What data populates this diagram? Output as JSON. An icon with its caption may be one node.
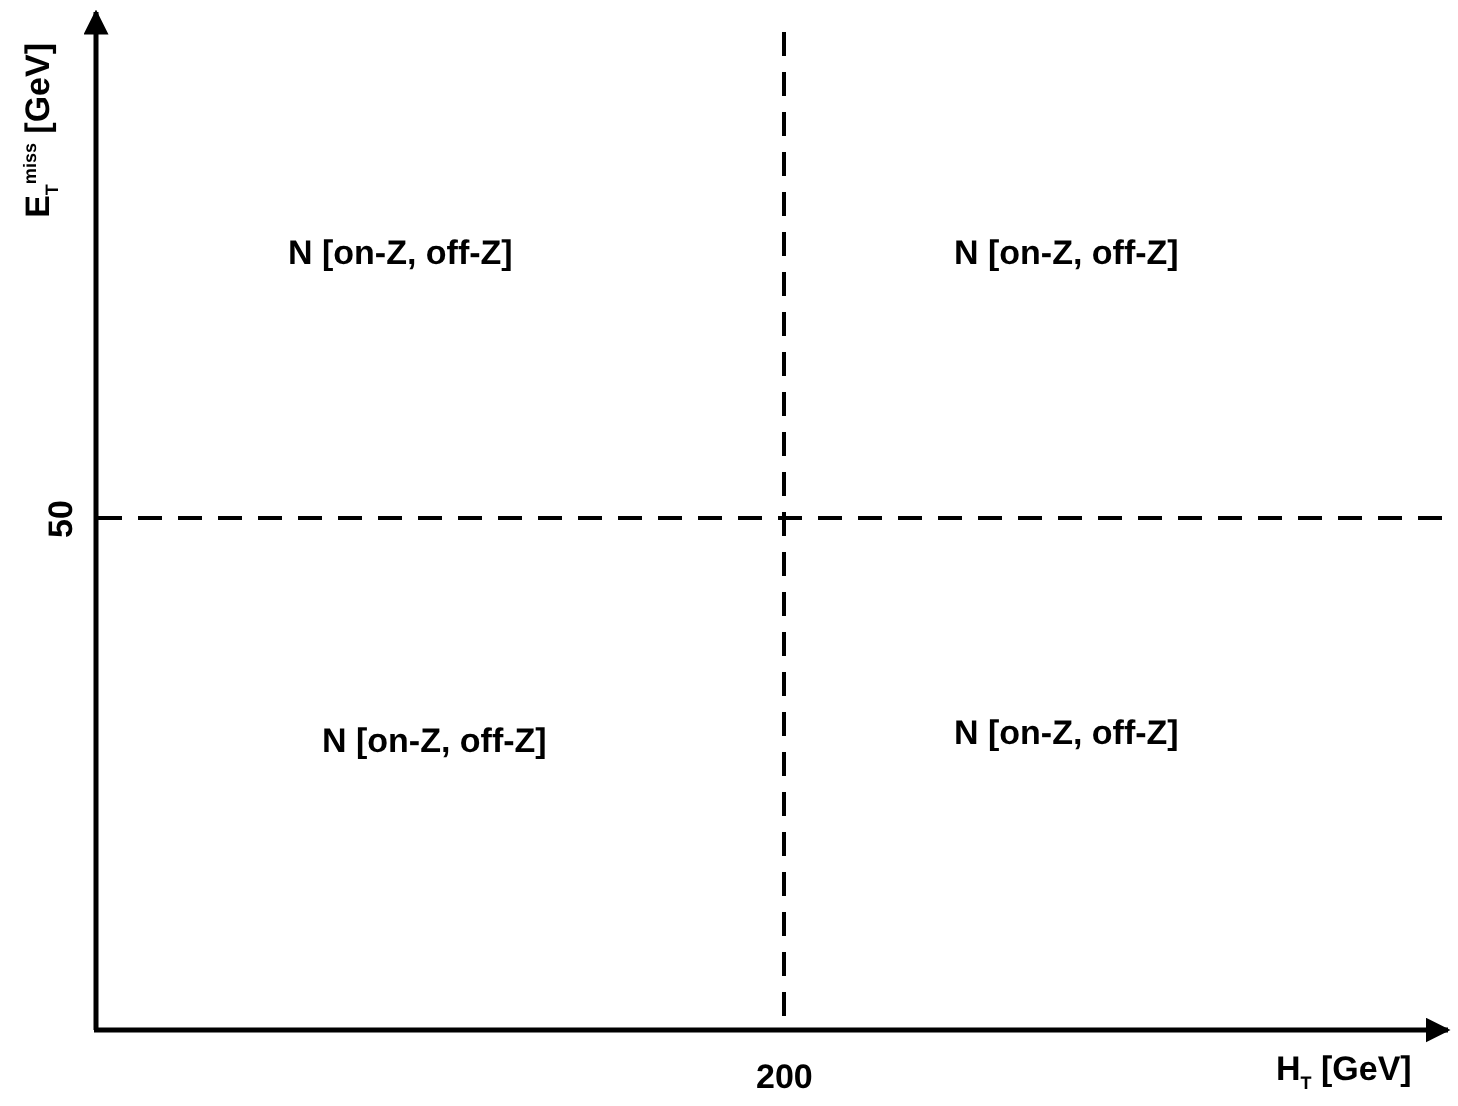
{
  "diagram": {
    "labels": [
      "E$_{T}$$^{miss}$ [GeV]",
      "N [on-Z, off-Z]",
      "N [on-Z, off-Z]",
      "50",
      "N [on-Z, off-Z]",
      "N [on-Z, off-Z]",
      "200",
      "H$_{T}$ [GeV]"
    ]
  }
}
